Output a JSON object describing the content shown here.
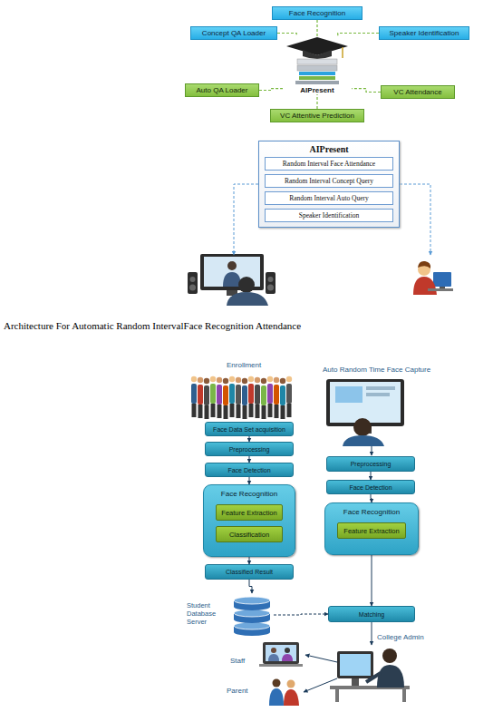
{
  "diagram": {
    "caption": "Architecture For Automatic Random IntervalFace Recognition Attendance",
    "nodes": [
      {
        "text": [
          "Face Recognition"
        ]
      },
      {
        "text": [
          "Concept QA Loader"
        ]
      },
      {
        "text": [
          "Speaker Identification"
        ]
      },
      {
        "text": [
          "AIPresent"
        ]
      },
      {
        "text": [
          "Auto QA Loader"
        ]
      },
      {
        "text": [
          "VC Attendance"
        ]
      },
      {
        "text": [
          "VC Attentive Prediction"
        ]
      },
      {
        "text": [
          "AIPresent"
        ]
      },
      {
        "text": [
          "Random Interval Face Attendance"
        ],
        "in": 7
      },
      {
        "text": [
          "Random Interval Concept Query"
        ],
        "in": 7
      },
      {
        "text": [
          "Random Interval Auto Query"
        ],
        "in": 7
      },
      {
        "text": [
          "Speaker Identification"
        ],
        "in": 7
      },
      {
        "text": [
          "Face Data Set acquisition"
        ]
      },
      {
        "text": [
          "Preprocessing"
        ]
      },
      {
        "text": [
          "Face Detection"
        ]
      },
      {
        "text": [
          "Face Recognition"
        ]
      },
      {
        "text": [
          "Feature Extraction"
        ],
        "in": 15
      },
      {
        "text": [
          "Classification"
        ],
        "in": 15
      },
      {
        "text": [
          "Classified Result"
        ]
      },
      {
        "text": [
          "Student Database Server"
        ]
      },
      {
        "text": [
          "Preprocessing"
        ]
      },
      {
        "text": [
          "Face Detection"
        ]
      },
      {
        "text": [
          "Face Recognition"
        ]
      },
      {
        "text": [
          "Feature Extraction"
        ],
        "in": 22
      },
      {
        "text": [
          "Matching"
        ]
      }
    ],
    "edges": [
      {
        "from": 0,
        "to": 3,
        "arrow": "none"
      },
      {
        "from": 1,
        "to": 3,
        "arrow": "none"
      },
      {
        "from": 2,
        "to": 3,
        "arrow": "none"
      },
      {
        "from": 4,
        "to": 3,
        "arrow": "none"
      },
      {
        "from": 5,
        "to": 3,
        "arrow": "none"
      },
      {
        "from": 6,
        "to": 3,
        "arrow": "none"
      },
      {
        "from": 12,
        "to": 13,
        "arrow": "to"
      },
      {
        "from": 13,
        "to": 14,
        "arrow": "to"
      },
      {
        "from": 14,
        "to": 15,
        "arrow": "to"
      },
      {
        "from": 15,
        "to": 18,
        "arrow": "to"
      },
      {
        "from": 18,
        "to": 19,
        "arrow": "to"
      },
      {
        "from": 20,
        "to": 21,
        "arrow": "to"
      },
      {
        "from": 21,
        "to": 22,
        "arrow": "to"
      },
      {
        "from": 22,
        "to": 24,
        "arrow": "to"
      },
      {
        "from": 19,
        "to": 24,
        "arrow": "to"
      }
    ],
    "labels": [
      "Enrollment",
      "Auto Random Time Face Capture",
      "College Admin",
      "Staff",
      "Parent"
    ]
  }
}
